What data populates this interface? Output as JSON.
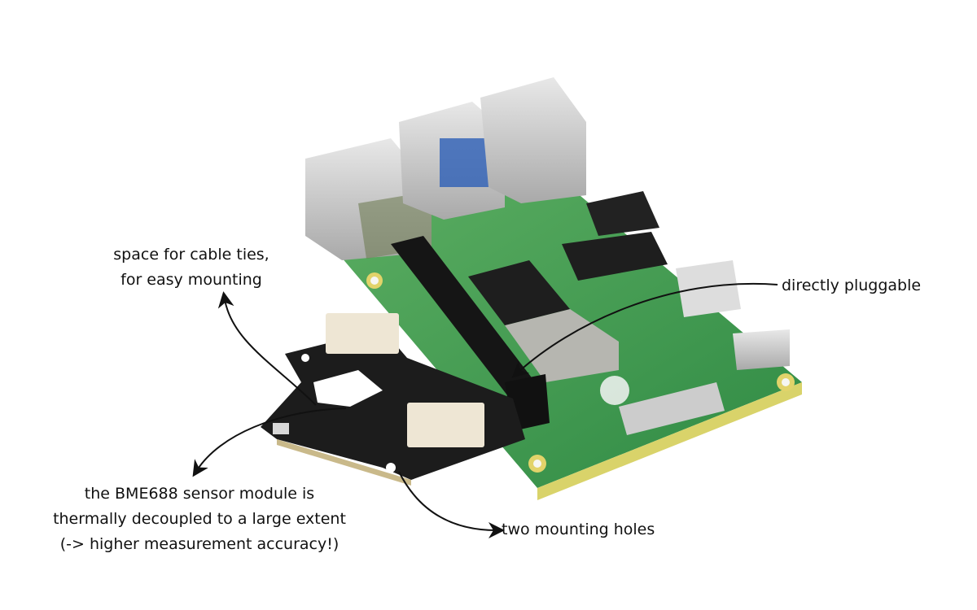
{
  "annotations": {
    "cable_ties": [
      "space for cable ties,",
      "for easy mounting"
    ],
    "pluggable": "directly pluggable",
    "sensor": [
      "the BME688 sensor module is",
      "thermally decoupled to a large extent",
      "(-> higher measurement accuracy!)"
    ],
    "holes": "two mounting holes"
  },
  "colors": {
    "pcb_green": "#3f9a4e",
    "hat_black": "#1c1c1c",
    "annotation_text": "#111111"
  }
}
